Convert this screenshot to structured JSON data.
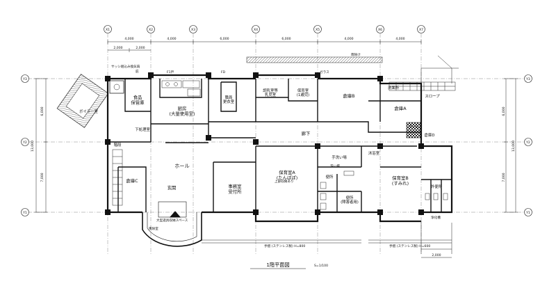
{
  "grid": {
    "x_axes": [
      "X1",
      "X2",
      "X3",
      "X4",
      "X5",
      "X6",
      "X7"
    ],
    "y_axes": [
      "Y1",
      "Y2",
      "Y3"
    ],
    "top_dims": [
      "4,000",
      "4,000",
      "6,000",
      "6,000",
      "4,000",
      "4,000"
    ],
    "sub_dims": [
      "2,000",
      "2,000"
    ],
    "left_dims": [
      "6,000",
      "7,000",
      "13,000"
    ],
    "right_dims": [
      "6,000",
      "7,000",
      "13,000"
    ],
    "bottom_dim": "2,000"
  },
  "rooms": {
    "boiler": "ボイラー室",
    "food_store": "食品\n保管庫",
    "kitchen": "厨房\n(大量使用室)",
    "office_room": "職員\n更衣室",
    "nursing_room": "調乳室等\n乳児室",
    "infant_room": "保育室\n(1歳児)",
    "storage_b": "倉庫B",
    "storage_a": "倉庫A",
    "laundry": "洗面所",
    "hall": "ホール",
    "storage_c": "倉庫C",
    "entrance": "玄関",
    "office": "事務室\n受付所",
    "nursery_a": "保育室A\n(たんぽぽ)",
    "nursery_b": "保育室B\n(すみれ)",
    "toilet": "便所",
    "toilet2": "便所\n(障害者用)",
    "corridor": "廊下",
    "stairs": "階段",
    "outdoor_toilet": "外便所",
    "slope": "スロープ",
    "storage_d": "倉庫D",
    "milk_room": "沐浴室",
    "hand_wash": "手洗い場",
    "down_label": "下処理室"
  },
  "notes": {
    "sash": "サッシ組込み換気扇",
    "eave": "庇",
    "canopy": "雨除け",
    "door_fd": "FD",
    "door_fk": "F1戸",
    "glass": "ガラス",
    "tile": "タイル",
    "handrail": "手摺 (ステンレス製) H=800",
    "handrail2": "手摺 (ステンレス製) H=600",
    "entrance_mat": "風除室",
    "stage_cap": "大型遊具収納スペース",
    "wash": "洗い場",
    "tank": "浄化槽",
    "upper_room": "上部収納あり"
  },
  "title": "1階平面図",
  "scale": "S=1/100"
}
